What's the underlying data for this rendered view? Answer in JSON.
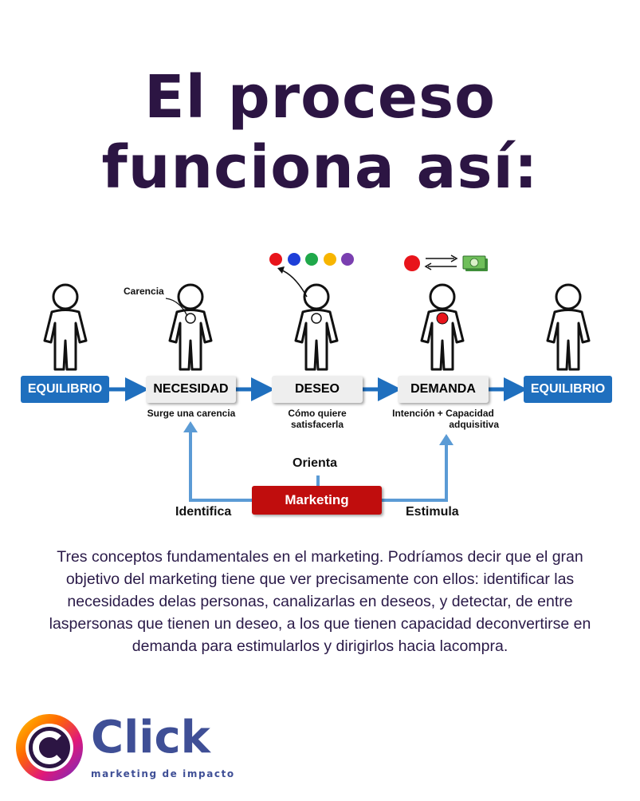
{
  "title": {
    "line1": "El proceso",
    "line2": "funciona así:"
  },
  "diagram": {
    "stages": [
      {
        "label": "EQUILIBRIO",
        "subtitle": ""
      },
      {
        "label": "NECESIDAD",
        "subtitle": "Surge una carencia"
      },
      {
        "label": "DESEO",
        "subtitle_line1": "Cómo quiere",
        "subtitle_line2": "satisfacerla"
      },
      {
        "label": "DEMANDA",
        "subtitle_line1": "Intención + Capacidad",
        "subtitle_line2": "adquisitiva"
      },
      {
        "label": "EQUILIBRIO",
        "subtitle": ""
      }
    ],
    "carencia_label": "Carencia",
    "marketing_label": "Marketing",
    "identifica_label": "Identifica",
    "orienta_label": "Orienta",
    "estimula_label": "Estimula",
    "colors": {
      "blue_box": "#1f6fbe",
      "arrow_blue": "#1f6fbe",
      "light_arrow": "#5b9bd5",
      "marketing_red": "#c00d0d",
      "dot_red": "#e8141b",
      "dot_blue": "#1e3fd8",
      "dot_green": "#1fa84a",
      "dot_yellow": "#f7b500",
      "dot_purple": "#7a3fb0"
    }
  },
  "paragraph": "Tres conceptos fundamentales en el marketing. Podríamos decir que el gran objetivo del marketing tiene que ver precisamente con ellos: identificar las necesidades delas personas, canalizarlas en deseos, y detectar, de entre laspersonas que tienen un deseo, a los que tienen capacidad deconvertirse en demanda para estimularlos y dirigirlos hacia lacompra.",
  "brand": {
    "name": "Click",
    "tagline": "marketing de impacto",
    "logo_icon": "c-letter-gradient-logo"
  }
}
